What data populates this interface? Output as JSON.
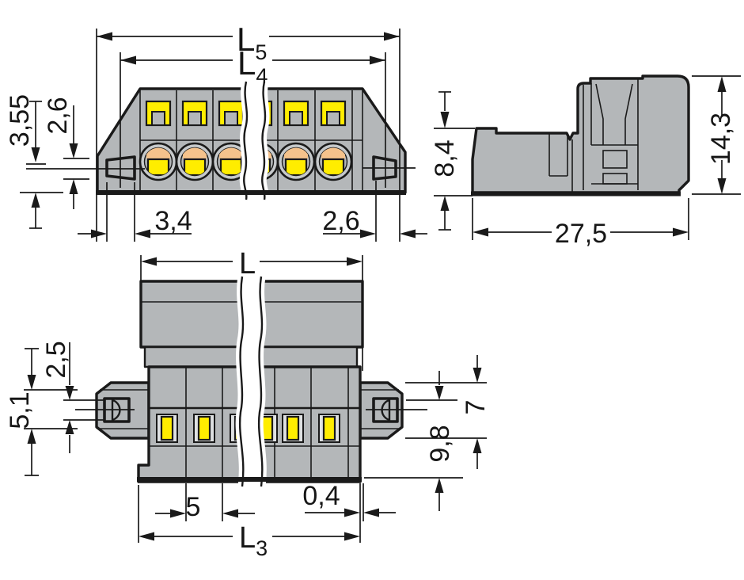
{
  "front": {
    "l5_main": "L",
    "l5_sub": "5",
    "l4_main": "L",
    "l4_sub": "4",
    "dim_flange_height": "3,55",
    "dim_hole_height": "2,6",
    "dim_hole_width": "3,4",
    "dim_hole_offset": "2,6"
  },
  "side": {
    "dim_body_height": "8,4",
    "dim_total_height": "14,3",
    "dim_depth": "27,5"
  },
  "bottom": {
    "dim_total_length": "L",
    "dim_hole_height": "2,5",
    "dim_flange_height": "5,1",
    "dim_flange_width": "7",
    "dim_body_depth": "9,8",
    "dim_pitch": "5",
    "dim_edge_offset": "0,4",
    "l3_main": "L",
    "l3_sub": "3"
  },
  "colors": {
    "housing_gray": "#b4b7b9",
    "clamp_yellow": "#ffed00",
    "contact_peach": "#f5c28c",
    "line_black": "#1a1a1a",
    "background": "#ffffff"
  }
}
